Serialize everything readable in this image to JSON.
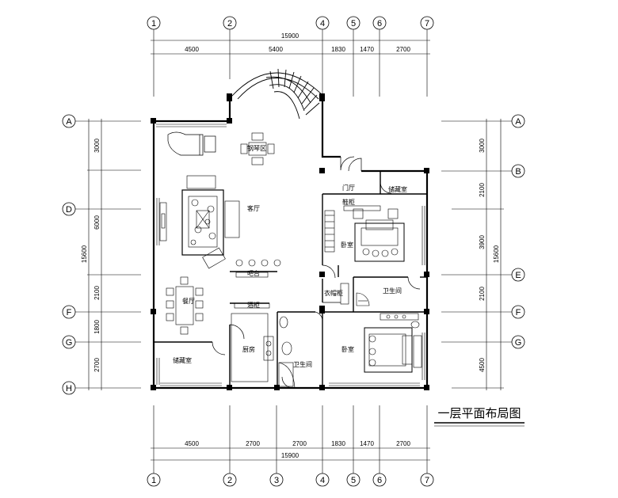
{
  "title": "一层平面布局图",
  "axes_top": [
    "1",
    "2",
    "4",
    "5",
    "6",
    "7"
  ],
  "axes_bottom": [
    "1",
    "2",
    "3",
    "4",
    "5",
    "6",
    "7"
  ],
  "axes_left": [
    "A",
    "D",
    "F",
    "G",
    "H"
  ],
  "axes_right": [
    "A",
    "B",
    "E",
    "F",
    "G"
  ],
  "dims_top_total": "15900",
  "dims_top": [
    "4500",
    "5400",
    "1830",
    "1470",
    "2700"
  ],
  "dims_bottom": [
    "4500",
    "2700",
    "2700",
    "1830",
    "1470",
    "2700"
  ],
  "dims_bottom_total": "15900",
  "dims_left": [
    "3000",
    "6000",
    "2100",
    "1800",
    "2700"
  ],
  "dims_left_total": "15600",
  "dims_right": [
    "3000",
    "2100",
    "3900",
    "2100",
    "4500"
  ],
  "dims_right_total": "15600",
  "rooms": {
    "piano_room": "钢琴区",
    "living": "客厅",
    "foyer": "门厅",
    "storage": "储藏室",
    "shoe": "鞋柜",
    "bedroom1": "卧室",
    "bar": "吧台",
    "dining": "餐厅",
    "wine": "酒柜",
    "closet": "衣帽柜",
    "bathroom1": "卫生间",
    "kitchen": "厨房",
    "bathroom2": "卫生间",
    "bedroom2": "卧室",
    "storage2": "储藏室"
  }
}
